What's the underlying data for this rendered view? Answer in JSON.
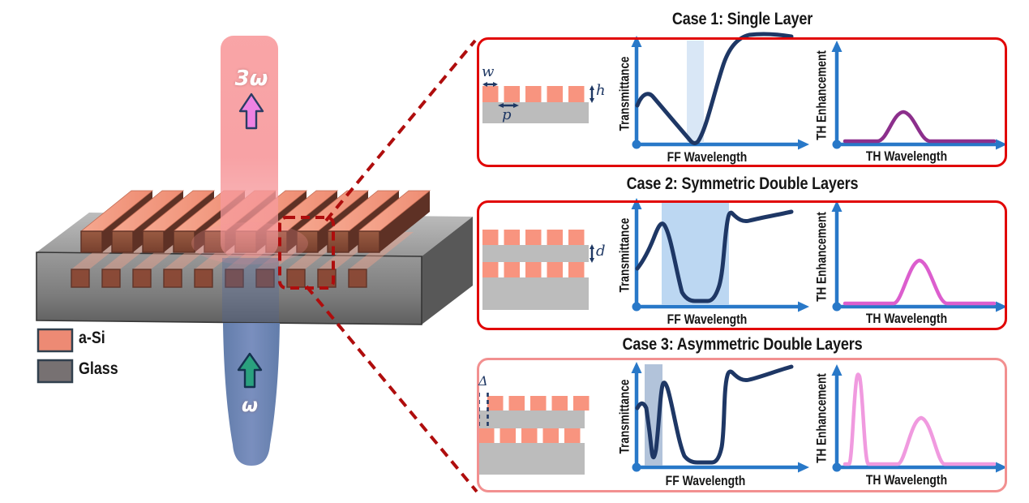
{
  "illustration": {
    "output_beam_label": "3ω",
    "input_beam_label": "ω",
    "legend": [
      {
        "label": "a-Si",
        "color": "#ed8a74"
      },
      {
        "label": "Glass",
        "color": "#777172"
      }
    ]
  },
  "axes": {
    "transmittance": "Transmittance",
    "ff_wavelength": "FF Wavelength",
    "th_enhancement": "TH Enhancement",
    "th_wavelength": "TH Wavelength"
  },
  "cases": [
    {
      "title": "Case 1: Single Layer",
      "dims": {
        "w": "w",
        "p": "p",
        "h": "h"
      }
    },
    {
      "title": "Case 2: Symmetric Double Layers",
      "dims": {
        "d": "d"
      }
    },
    {
      "title": "Case 3: Asymmetric Double Layers",
      "dims": {
        "delta": "Δ"
      }
    }
  ],
  "colors": {
    "a_si": "#f8947f",
    "a_si_bright": "#f5a18b",
    "bar_front": "#8a4733",
    "bar_side": "#5e3125",
    "glass_schematic": "#bcbcbc",
    "navy_curve": "#1e3765",
    "axis_blue": "#2878c8",
    "purple_curve": "#8c2f8c",
    "magenta_curve": "#dc5ece",
    "pink_curve": "#f09adf",
    "panel_border": "#e10505",
    "panel3_border": "#f29090",
    "dashed_red": "#af0d0d",
    "band_case1": "#d9e7f6",
    "band_case2": "#bcd7f2",
    "band_case3": "#a4b8d4",
    "dim_navy": "#1f3864"
  }
}
